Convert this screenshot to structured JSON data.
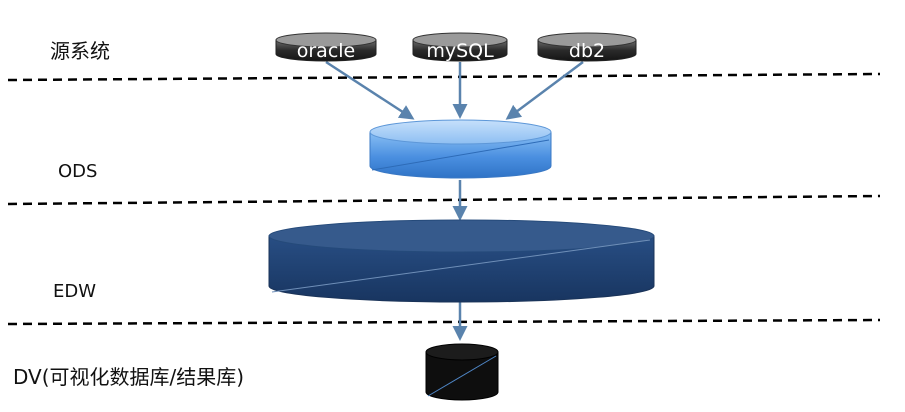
{
  "layers": {
    "source": "源系统",
    "ods": "ODS",
    "edw": "EDW",
    "dv": "DV(可视化数据库/结果库)"
  },
  "sources": [
    {
      "id": "oracle",
      "label": "oracle"
    },
    {
      "id": "mysql",
      "label": "mySQL"
    },
    {
      "id": "db2",
      "label": "db2"
    }
  ],
  "colors": {
    "source_cylinder": "#4a4a4a",
    "source_top": "#9a9a9a",
    "ods_body": "#4f94e3",
    "ods_top": "#a9cdf5",
    "edw_body": "#1f3f70",
    "edw_top": "#3b5f92",
    "dv_body": "#111111",
    "arrow": "#5a83ad",
    "divider": "#000000"
  }
}
